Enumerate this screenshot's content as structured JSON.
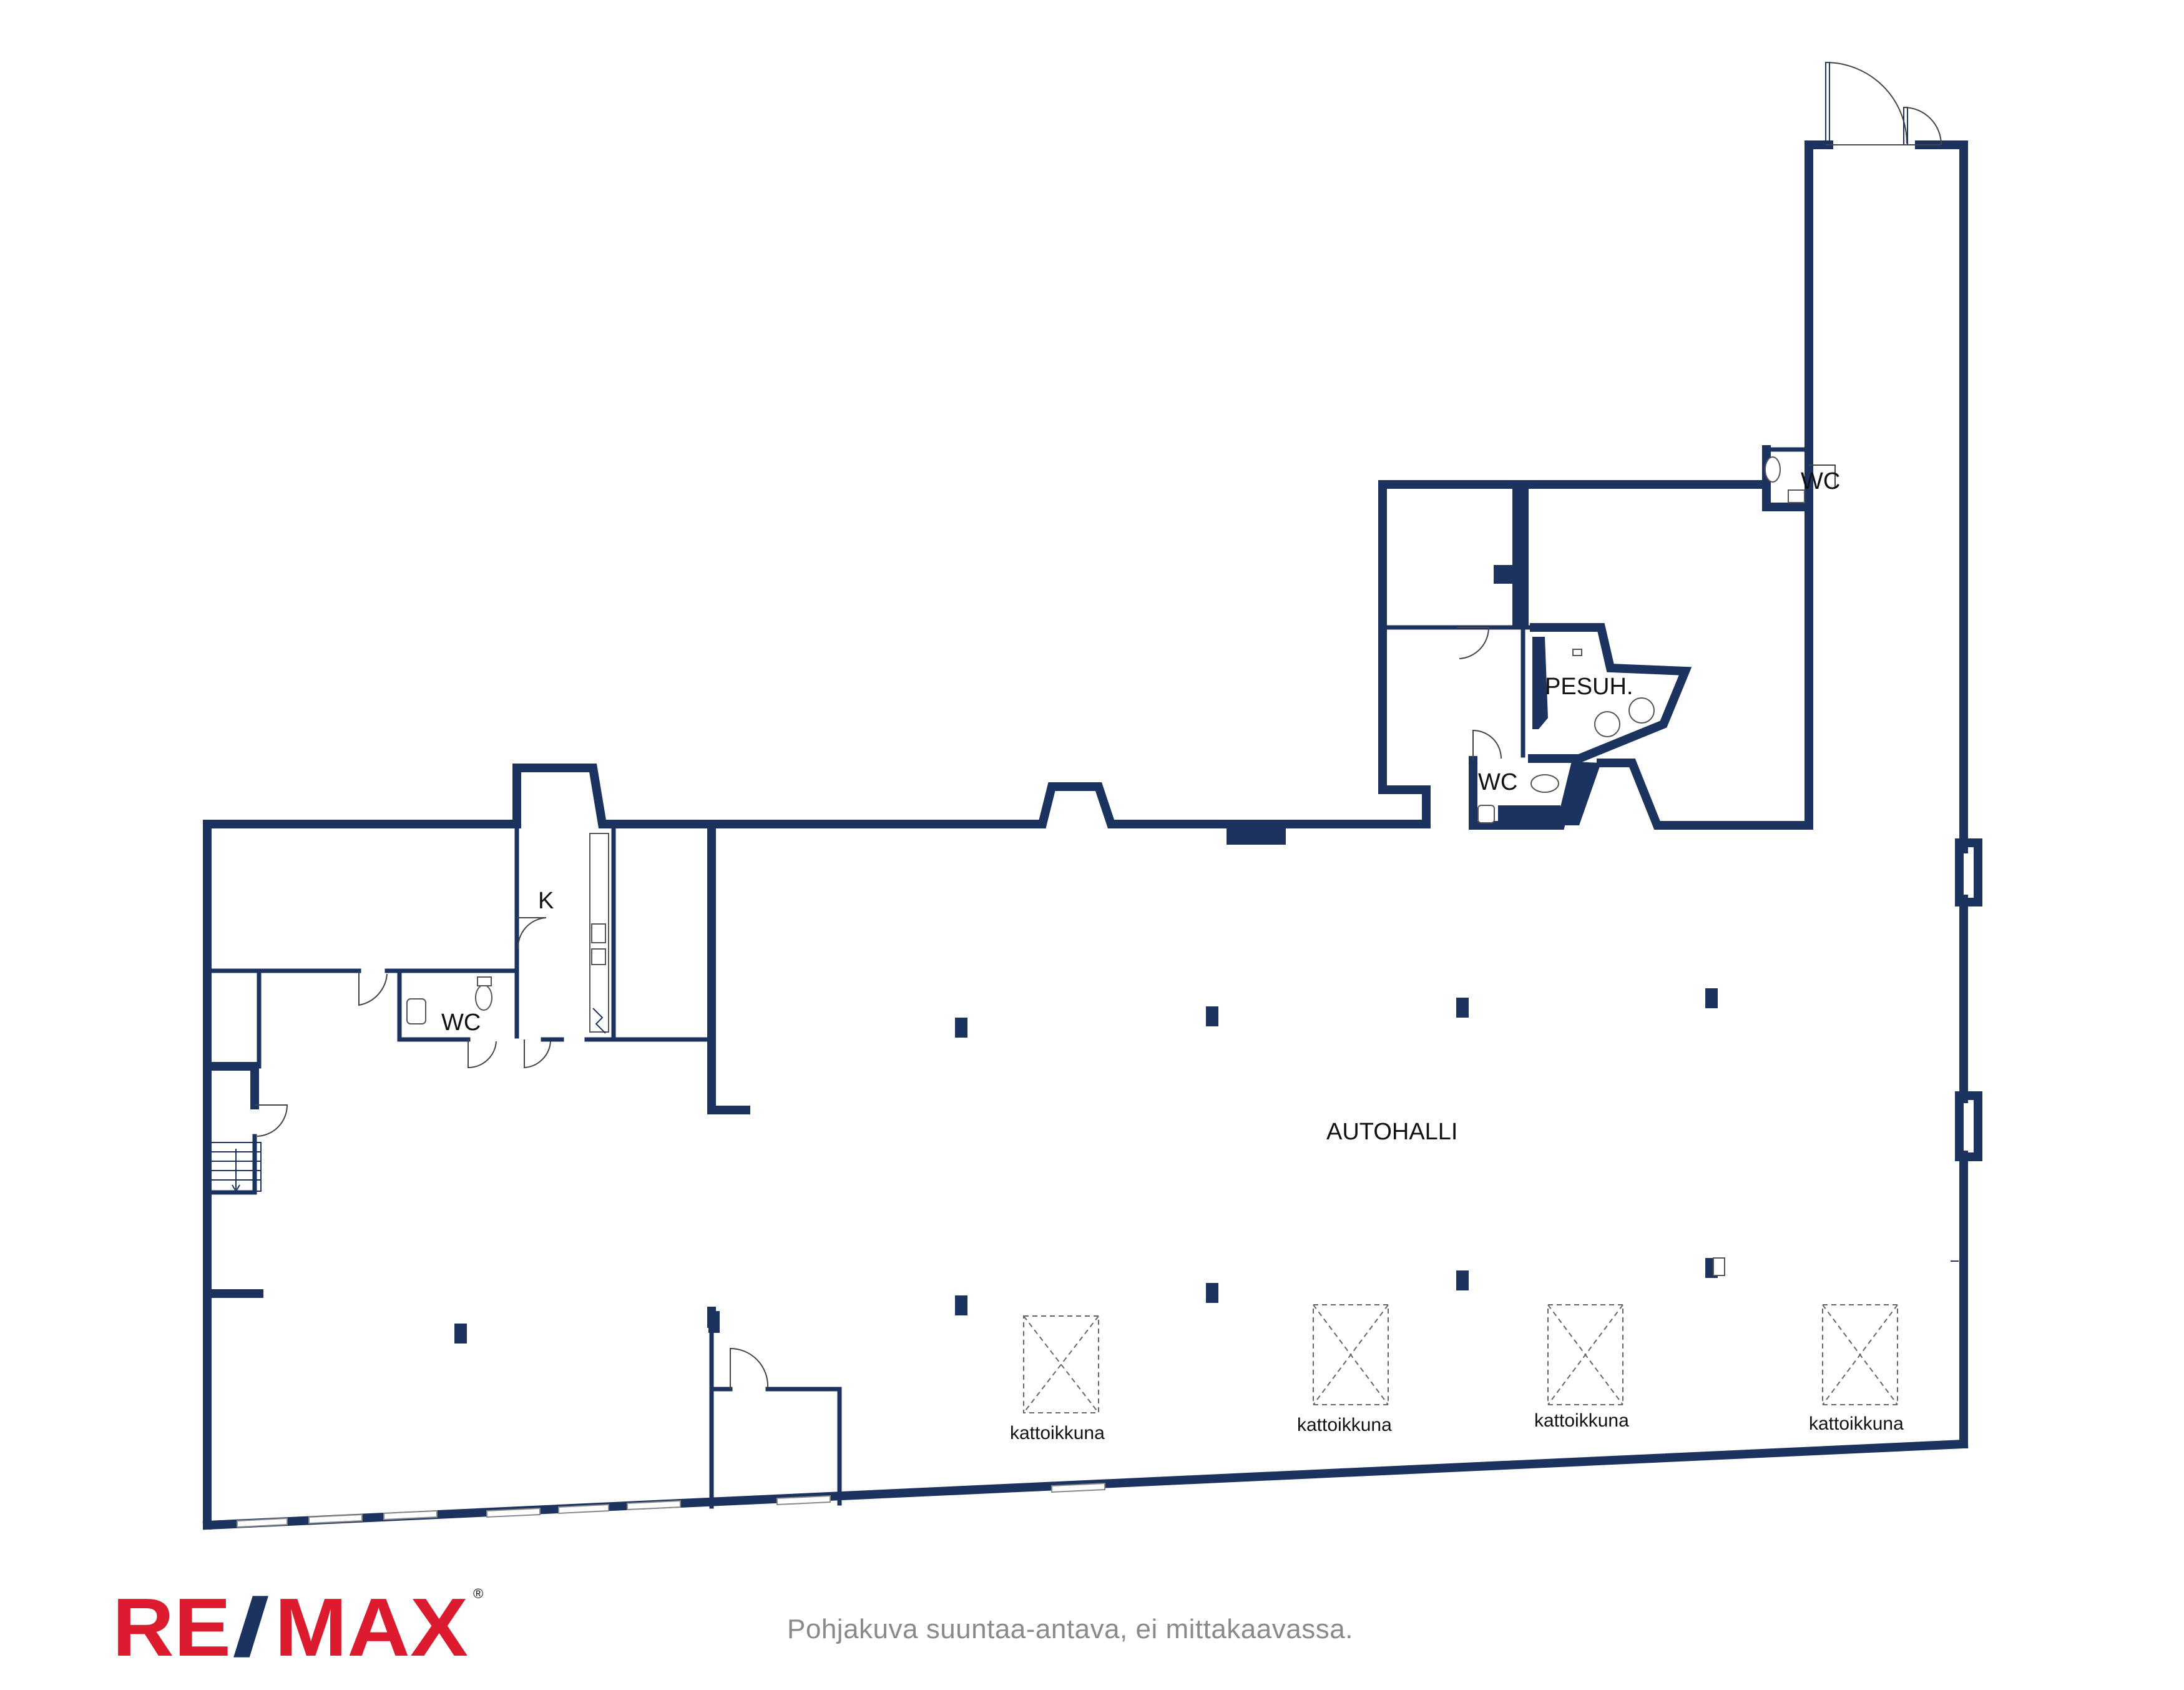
{
  "rooms": {
    "autohalli": "AUTOHALLI",
    "kitchen": "K",
    "wc_left": "WC",
    "wc_center": "WC",
    "wc_right": "WC",
    "pesuh": "PESUH."
  },
  "skylights": [
    "kattoikkuna",
    "kattoikkuna",
    "kattoikkuna",
    "kattoikkuna"
  ],
  "logo": {
    "part1": "RE",
    "slash": "/",
    "part2": "MAX",
    "registered": "®"
  },
  "disclaimer": "Pohjakuva suuntaa-antava, ei mittakaavassa.",
  "colors": {
    "wall": "#1c3360",
    "logo_red": "#dc1c2e",
    "logo_blue": "#1c3360",
    "caption": "#8a8a8a"
  }
}
